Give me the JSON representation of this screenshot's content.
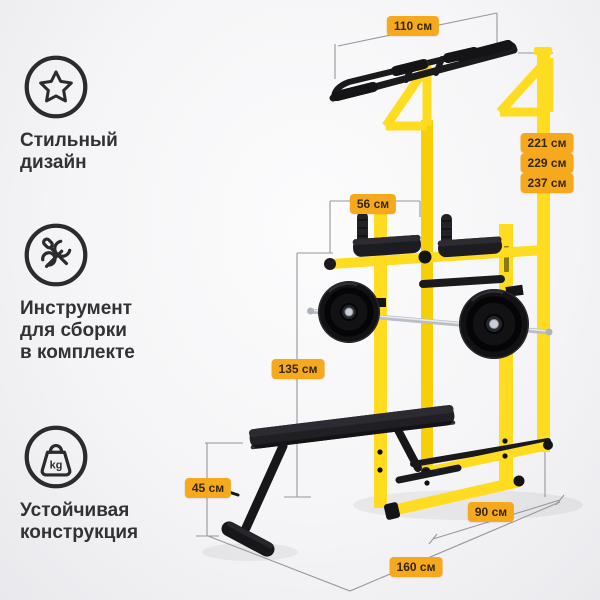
{
  "colors": {
    "badge_bg": "#F7A91D",
    "badge_text": "#33270A",
    "frame_yellow": "#FFDC1F",
    "equipment_black": "#1A1A1D",
    "dimension_line": "#97979C",
    "feature_text": "#323234"
  },
  "features": [
    {
      "icon": "star-icon",
      "lines": [
        "Стильный",
        "дизайн"
      ]
    },
    {
      "icon": "tools-icon",
      "lines": [
        "Инструмент",
        "для сборки",
        "в комплекте"
      ]
    },
    {
      "icon": "weight-kg-icon",
      "badge": "kg",
      "lines": [
        "Устойчивая",
        "конструкция"
      ]
    }
  ],
  "dimensions": {
    "top_width": "110 см",
    "height_options": [
      "221 см",
      "229 см",
      "237 см"
    ],
    "grip_spacing": "56 см",
    "rack_height": "135 см",
    "bench_height": "45 см",
    "base_depth": "90 см",
    "base_width": "160 см"
  }
}
